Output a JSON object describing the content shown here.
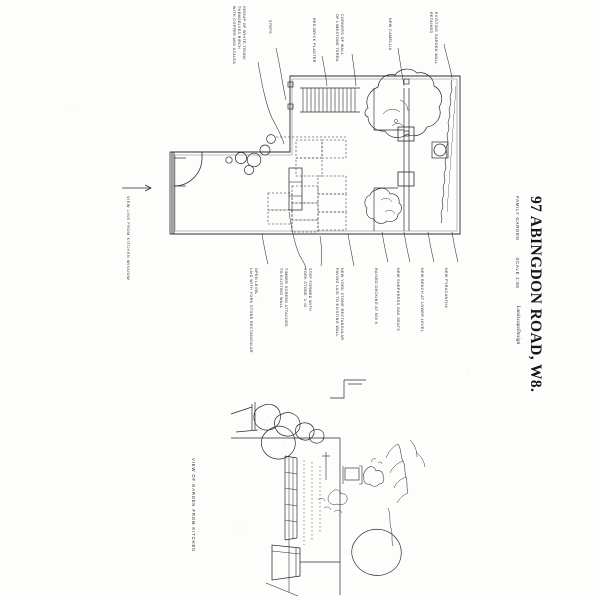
{
  "sheet": {
    "background_color": "#fdfdfc",
    "ink_color": "#2a2a2d",
    "orientation": "landscape-rotated-90"
  },
  "title_block": {
    "project_title": "97 ABINGDON ROAD, W8.",
    "garden_type": "FAMILY GARDEN",
    "scale": "SCALE 1:50",
    "designer": "LandscapeDesign"
  },
  "plan": {
    "north_arrow_label": "VIEW LINE FROM KITCHEN WINDOW",
    "annotations_top": [
      {
        "id": "a1",
        "text": "GROUP OF WHITE-TRUNK\nTHEMSELVES BIRCH\nWITH COPPER AND AZALEA"
      },
      {
        "id": "a2",
        "text": "STEPS"
      },
      {
        "id": "a3",
        "text": "RED BRICK PLANTER"
      },
      {
        "id": "a4",
        "text": "CORNERS OF WALL\nOF LIMESTONE TERRA"
      },
      {
        "id": "a5",
        "text": "NEW CAMELLIA"
      },
      {
        "id": "a6",
        "text": "EXISTING GARDEN WALL\nRETAINED"
      }
    ],
    "annotations_bottom": [
      {
        "id": "b1",
        "text": "OPEN LEVEL :\nLAID WITH YORK STONE RECTANGULAR"
      },
      {
        "id": "b2",
        "text": "TIMBER SCREEN ATTACHED\nTO EXISTING WALL"
      },
      {
        "id": "b3",
        "text": "STEP FORMED WITH\nYORK STONE  1:40"
      },
      {
        "id": "b4",
        "text": "NEW YORK STONE RECTANGULAR\nPAVING LAID TO EXISTING WALL"
      },
      {
        "id": "b5",
        "text": "RAISED DECKING AT 600 h."
      },
      {
        "id": "b6",
        "text": "NEW SHEPHERDS OAK SEATS"
      },
      {
        "id": "b7",
        "text": "NEW BENCH AT LOWER LEVEL"
      },
      {
        "id": "b8",
        "text": "NEW PYRACANTHA"
      }
    ]
  },
  "perspective": {
    "caption": "VIEW OF GARDEN FROM KITCHEN"
  }
}
